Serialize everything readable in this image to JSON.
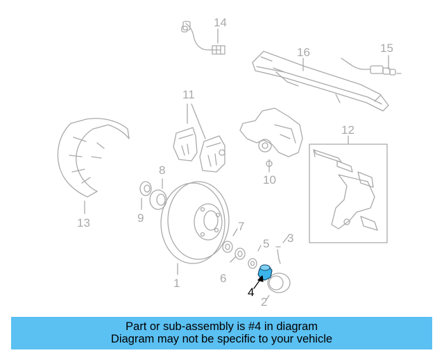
{
  "diagram": {
    "parts": [
      {
        "id": "part-1",
        "number": "1",
        "highlighted": false
      },
      {
        "id": "part-2",
        "number": "2",
        "highlighted": false
      },
      {
        "id": "part-3",
        "number": "3",
        "highlighted": false
      },
      {
        "id": "part-4",
        "number": "4",
        "highlighted": true
      },
      {
        "id": "part-5",
        "number": "5",
        "highlighted": false
      },
      {
        "id": "part-6",
        "number": "6",
        "highlighted": false
      },
      {
        "id": "part-7",
        "number": "7",
        "highlighted": false
      },
      {
        "id": "part-8",
        "number": "8",
        "highlighted": false
      },
      {
        "id": "part-9",
        "number": "9",
        "highlighted": false
      },
      {
        "id": "part-10",
        "number": "10",
        "highlighted": false
      },
      {
        "id": "part-11",
        "number": "11",
        "highlighted": false
      },
      {
        "id": "part-12",
        "number": "12",
        "highlighted": false
      },
      {
        "id": "part-13",
        "number": "13",
        "highlighted": false
      },
      {
        "id": "part-14",
        "number": "14",
        "highlighted": false
      },
      {
        "id": "part-15",
        "number": "15",
        "highlighted": false
      },
      {
        "id": "part-16",
        "number": "16",
        "highlighted": false
      }
    ],
    "colors": {
      "line": "#a9a9a9",
      "highlight": "#3ab4ea",
      "highlight_label": "#000000"
    }
  },
  "banner": {
    "line1": "Part or sub-assembly is #4 in diagram",
    "line2": "Diagram may not be specific to your vehicle",
    "background": "#5bc0f2"
  }
}
